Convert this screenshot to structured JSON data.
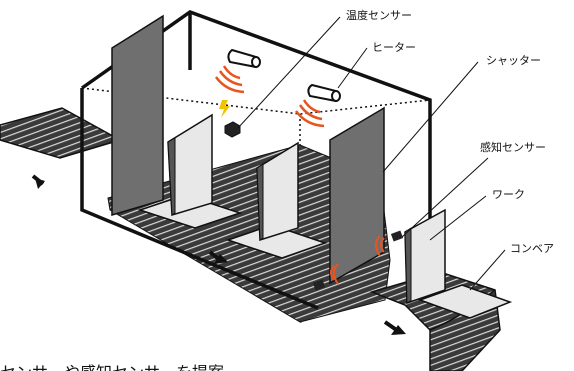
{
  "labels": {
    "temperature_sensor": "温度センサー",
    "heater": "ヒーター",
    "shutter": "シャッター",
    "detection_sensor": "感知センサー",
    "work": "ワーク",
    "conveyor": "コンベア"
  },
  "caption": "センサーや感知センサーを提案",
  "colors": {
    "belt": "#3a3a3a",
    "panel": "#6f6f6f",
    "work_piece": "#e8e8e8",
    "heat_wave": "#e8541e",
    "spark": "#f2c200",
    "outline": "#111111"
  }
}
